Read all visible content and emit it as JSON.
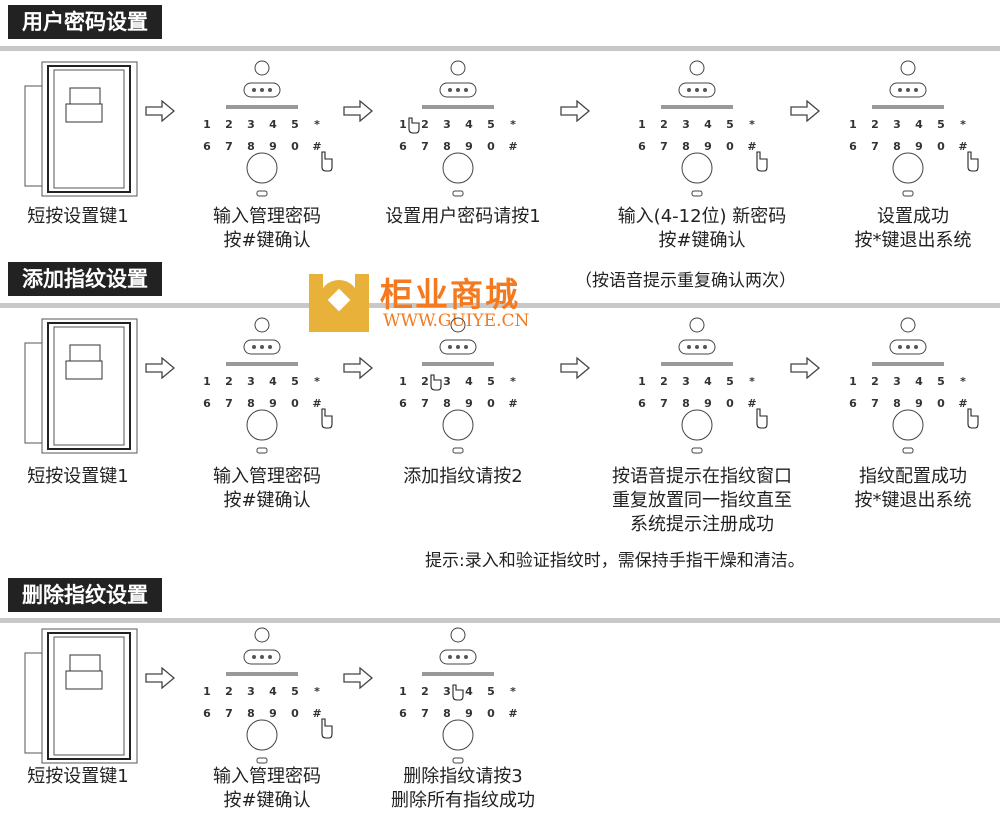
{
  "keypad_keys": {
    "row1": [
      "1",
      "2",
      "3",
      "4",
      "5",
      "*"
    ],
    "row2": [
      "6",
      "7",
      "8",
      "9",
      "0",
      "#"
    ]
  },
  "sections": [
    {
      "title": "用户密码设置",
      "steps": [
        {
          "caption": [
            "短按设置键1"
          ]
        },
        {
          "caption": [
            "输入管理密码",
            "按#键确认"
          ],
          "pressed": "#"
        },
        {
          "caption": [
            "设置用户密码请按1"
          ],
          "pressed": "1"
        },
        {
          "caption": [
            "输入(4-12位) 新密码",
            "按#键确认"
          ],
          "pressed": "#"
        },
        {
          "caption": [
            "设置成功",
            "按*键退出系统"
          ],
          "pressed": "#"
        }
      ],
      "note": "（按语音提示重复确认两次）"
    },
    {
      "title": "添加指纹设置",
      "steps": [
        {
          "caption": [
            "短按设置键1"
          ]
        },
        {
          "caption": [
            "输入管理密码",
            "按#键确认"
          ],
          "pressed": "#"
        },
        {
          "caption": [
            "添加指纹请按2"
          ],
          "pressed": "2"
        },
        {
          "caption": [
            "按语音提示在指纹窗口",
            "重复放置同一指纹直至",
            "系统提示注册成功"
          ],
          "pressed": "#"
        },
        {
          "caption": [
            "指纹配置成功",
            "按*键退出系统"
          ],
          "pressed": "#"
        }
      ],
      "note": "提示:录入和验证指纹时，需保持手指干燥和清洁。"
    },
    {
      "title": "删除指纹设置",
      "steps": [
        {
          "caption": [
            "短按设置键1"
          ]
        },
        {
          "caption": [
            "输入管理密码",
            "按#键确认"
          ],
          "pressed": "#"
        },
        {
          "caption": [
            "删除指纹请按3",
            "删除所有指纹成功"
          ],
          "pressed": "3"
        }
      ]
    }
  ],
  "watermark": {
    "name": "柜业商城",
    "url": "WWW.GUIYE.CN",
    "color": "#f47a1f",
    "logo_color": "#e8b23a"
  }
}
